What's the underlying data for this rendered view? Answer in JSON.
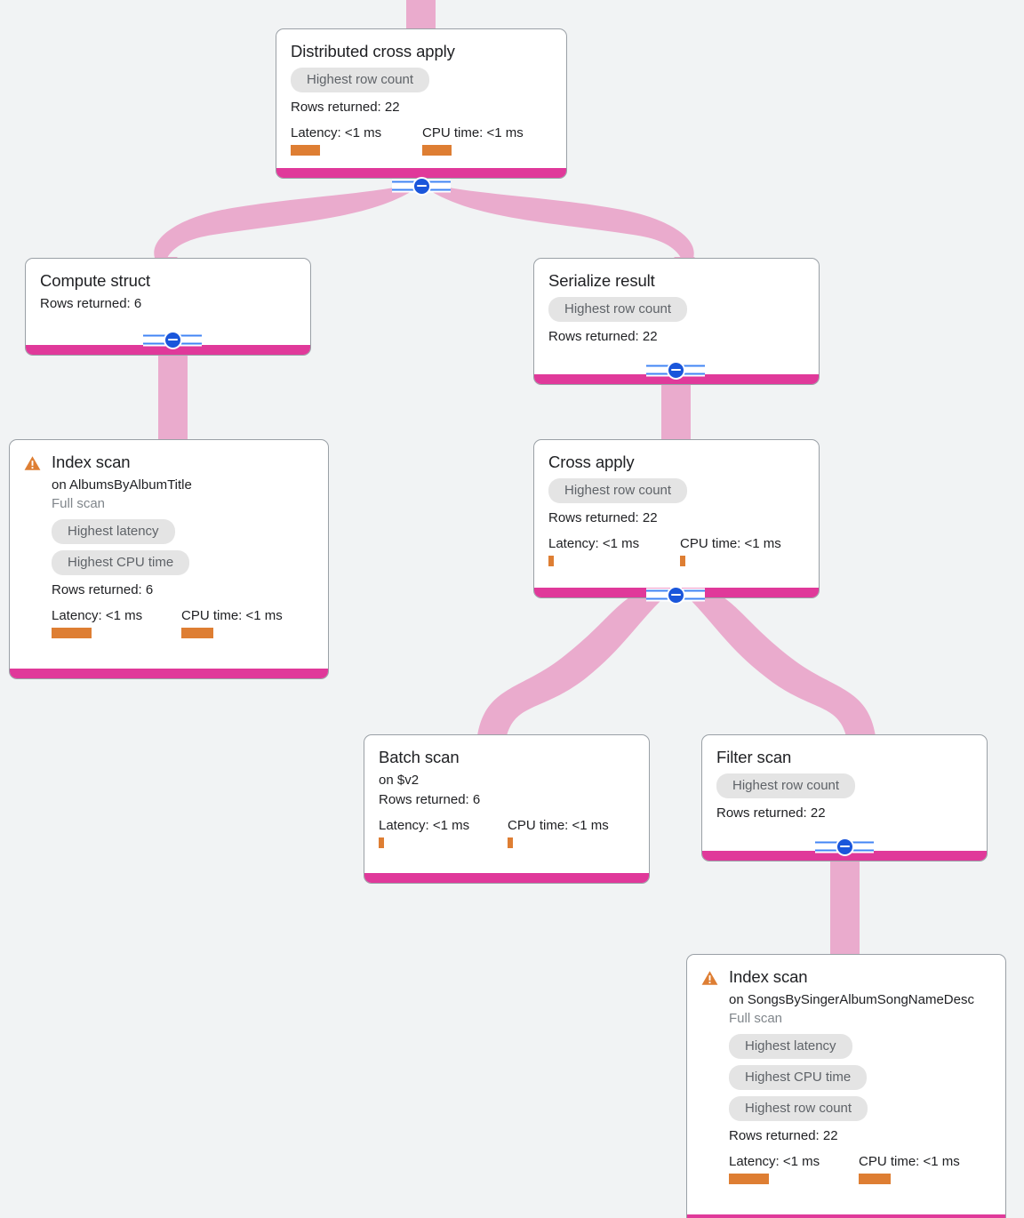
{
  "view": {
    "background_color": "#f1f3f4",
    "node_border_color": "#9aa0a6",
    "node_bar_color": "#e0399a",
    "edge_color": "#eaabcd",
    "metric_bar_color": "#de7e33",
    "chip_bg_color": "#e4e4e4",
    "toggle_color": "#1a56db",
    "warning_color": "#de7e33"
  },
  "labels": {
    "rows_returned_prefix": "Rows returned: ",
    "latency_prefix": "Latency: ",
    "cpu_prefix": "CPU time: ",
    "on_prefix": "on ",
    "collapse_toggle": "collapse"
  },
  "nodes": [
    {
      "id": "distributed-cross-apply",
      "title": "Distributed cross apply",
      "chips": [
        "Highest row count"
      ],
      "rows_returned": "Rows returned: 22",
      "latency": "Latency: <1 ms",
      "cpu_time": "CPU time: <1 ms",
      "warning": false
    },
    {
      "id": "compute-struct",
      "title": "Compute struct",
      "chips": [],
      "rows_returned": "Rows returned: 6",
      "warning": false
    },
    {
      "id": "serialize-result",
      "title": "Serialize result",
      "chips": [
        "Highest row count"
      ],
      "rows_returned": "Rows returned: 22",
      "warning": false
    },
    {
      "id": "index-scan-albums",
      "title": "Index scan",
      "subtitle": "on AlbumsByAlbumTitle",
      "subtitle2": "Full scan",
      "chips": [
        "Highest latency",
        "Highest CPU time"
      ],
      "rows_returned": "Rows returned: 6",
      "latency": "Latency: <1 ms",
      "cpu_time": "CPU time: <1 ms",
      "warning": true
    },
    {
      "id": "cross-apply",
      "title": "Cross apply",
      "chips": [
        "Highest row count"
      ],
      "rows_returned": "Rows returned: 22",
      "latency": "Latency: <1 ms",
      "cpu_time": "CPU time: <1 ms",
      "warning": false
    },
    {
      "id": "batch-scan",
      "title": "Batch scan",
      "subtitle": "on $v2",
      "chips": [],
      "rows_returned": "Rows returned: 6",
      "latency": "Latency: <1 ms",
      "cpu_time": "CPU time: <1 ms",
      "warning": false
    },
    {
      "id": "filter-scan",
      "title": "Filter scan",
      "chips": [
        "Highest row count"
      ],
      "rows_returned": "Rows returned: 22",
      "warning": false
    },
    {
      "id": "index-scan-songs",
      "title": "Index scan",
      "subtitle": "on SongsBySingerAlbumSongNameDesc",
      "subtitle2": "Full scan",
      "chips": [
        "Highest latency",
        "Highest CPU time",
        "Highest row count"
      ],
      "rows_returned": "Rows returned: 22",
      "latency": "Latency: <1 ms",
      "cpu_time": "CPU time: <1 ms",
      "warning": true
    }
  ]
}
